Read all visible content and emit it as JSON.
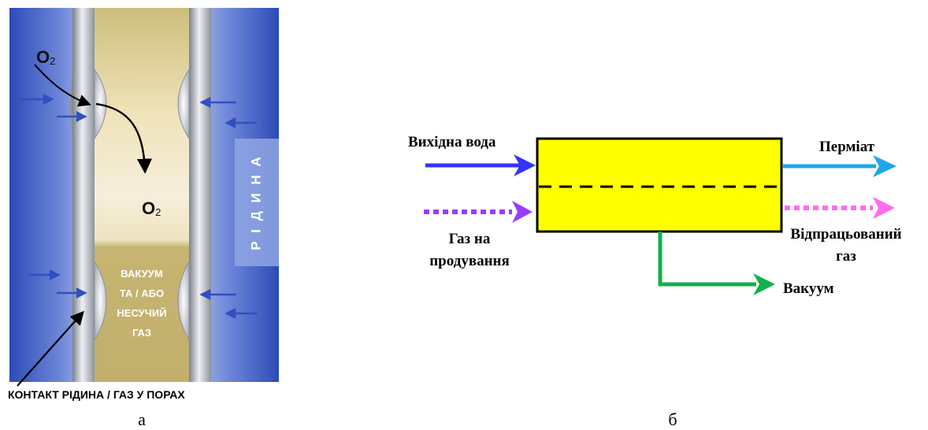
{
  "panel_a": {
    "o2_top": "O",
    "o2_top_sub": "2",
    "o2_mid": "O",
    "o2_mid_sub": "2",
    "liquid_label": "Р І Д И Н А",
    "pore_lines": [
      "ВАКУУМ",
      "ТА / АБО",
      "НЕСУЧИЙ",
      "ГАЗ"
    ],
    "contact_caption": "КОНТАКТ РІДИНА / ГАЗ У ПОРАХ",
    "panel_letter": "а"
  },
  "panel_b": {
    "feed_water": "Вихідна вода",
    "sweep_gas_line1": "Газ на",
    "sweep_gas_line2": "продування",
    "permeate": "Перміат",
    "exhaust_line1": "Відпрацьований",
    "exhaust_line2": "газ",
    "vacuum": "Вакуум",
    "panel_letter": "б"
  },
  "colors": {
    "liquid_blue": "#4a62c4",
    "pore_tan": "#cbb978",
    "membrane_grey": "#b9bec6",
    "module_yellow": "#ffff00",
    "feed_arrow": "#3333ff",
    "sweep_arrow": "#9a3cff",
    "permeate_arrow": "#1ea7e8",
    "exhaust_arrow": "#ff6bf0",
    "vacuum_arrow": "#11b04a"
  }
}
